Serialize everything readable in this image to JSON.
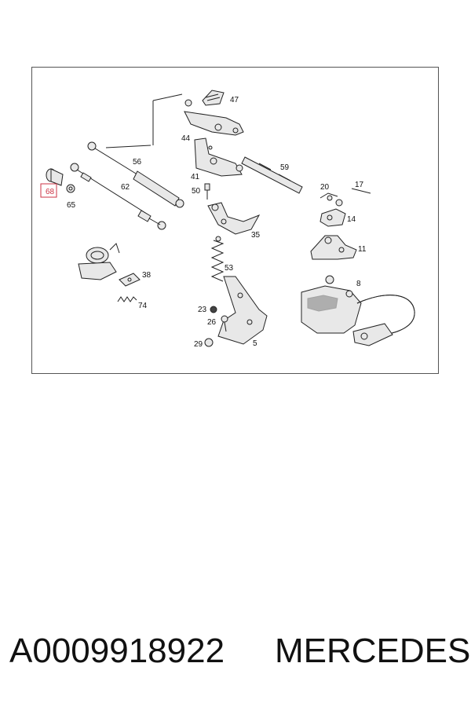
{
  "diagram": {
    "labels": {
      "p47": "47",
      "p44": "44",
      "p56": "56",
      "p59": "59",
      "p62": "62",
      "p41": "41",
      "p50": "50",
      "p20": "20",
      "p17": "17",
      "p68": "68",
      "p65": "65",
      "p14": "14",
      "p35": "35",
      "p11": "11",
      "p53": "53",
      "p38": "38",
      "p8": "8",
      "p74": "74",
      "p23": "23",
      "p26": "26",
      "p5": "5",
      "p29": "29"
    },
    "highlighted_part": "68",
    "highlight_color": "#cc3344"
  },
  "caption": {
    "part_number": "A0009918922",
    "brand": "MERCEDES"
  }
}
